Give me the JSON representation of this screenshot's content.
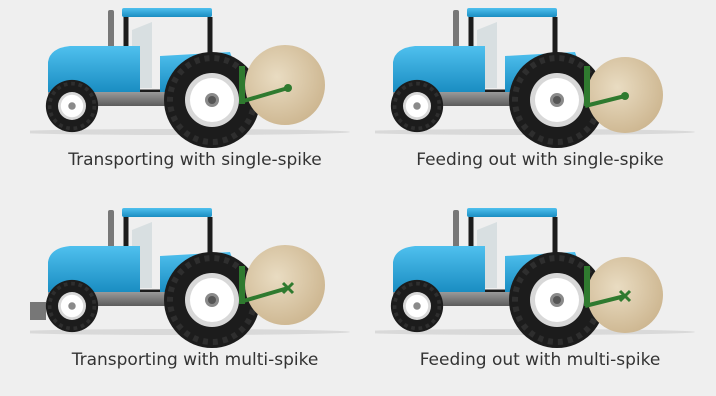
{
  "panels": [
    {
      "id": "tl",
      "caption": "Transporting with single-spike",
      "spike": "single",
      "bale_position": "raised"
    },
    {
      "id": "tr",
      "caption": "Feeding out with single-spike",
      "spike": "single",
      "bale_position": "lowered"
    },
    {
      "id": "bl",
      "caption": "Transporting with multi-spike",
      "spike": "multi",
      "bale_position": "raised"
    },
    {
      "id": "br",
      "caption": "Feeding out with multi-spike",
      "spike": "multi",
      "bale_position": "lowered"
    }
  ],
  "colors": {
    "background": "#efefef",
    "tractor_body": "#2aa9e0",
    "tractor_body_dark": "#1b8fc4",
    "tyre": "#1c1c1c",
    "rim": "#ffffff",
    "frame": "#777777",
    "spike_arm": "#2f7a2f",
    "bale": "#dcc9a8"
  }
}
